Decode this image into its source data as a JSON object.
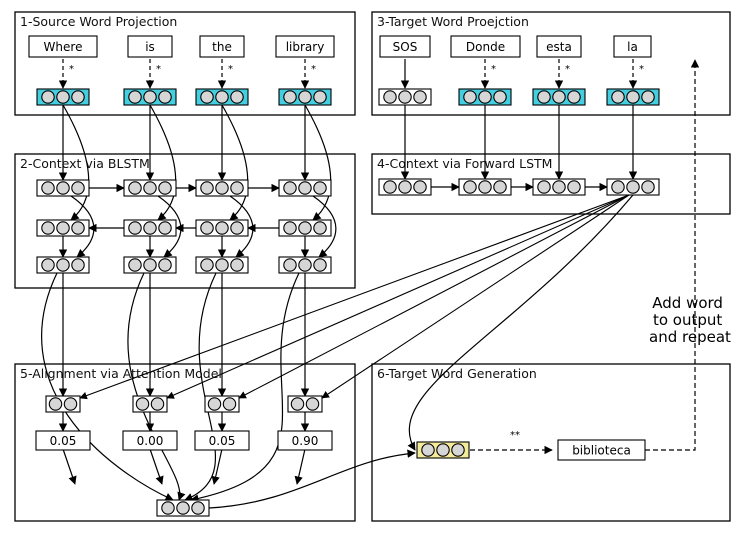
{
  "panels": {
    "source_projection": "1-Source Word Projection",
    "context_blstm": "2-Context via BLSTM",
    "target_projection": "3-Target Word Proejction",
    "context_forward_lstm": "4-Context via Forward LSTM",
    "alignment_attention": "5-Alignment via Attention Model",
    "target_generation": "6-Target Word Generation"
  },
  "source_words": [
    "Where",
    "is",
    "the",
    "library"
  ],
  "target_words": [
    "SOS",
    "Donde",
    "esta",
    "la"
  ],
  "attention_weights": [
    "0.05",
    "0.00",
    "0.05",
    "0.90"
  ],
  "output_word": "biblioteca",
  "feedback_note": [
    "Add word",
    "to output",
    "and repeat"
  ],
  "markers": {
    "single": "*",
    "double": "**"
  },
  "colors": {
    "embedding": "#44cfe0",
    "state": "#c8c8c8",
    "output_state": "#f3eb9a",
    "border": "#000000"
  }
}
